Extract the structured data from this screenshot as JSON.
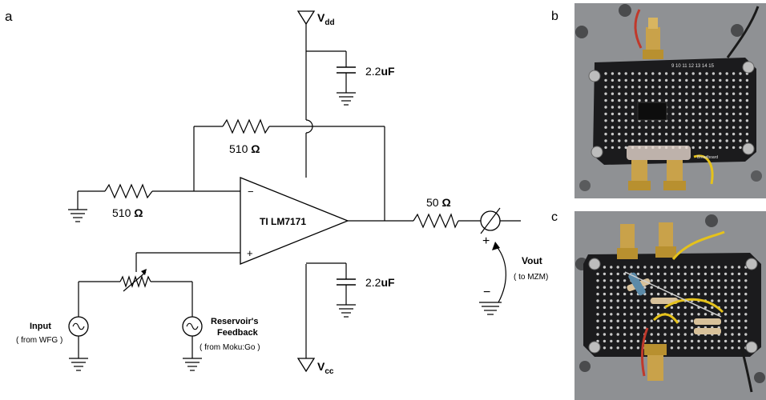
{
  "panel_labels": {
    "a": "a",
    "b": "b",
    "c": "c"
  },
  "supply": {
    "vdd_main": "V",
    "vdd_sub": "dd",
    "vcc_main": "V",
    "vcc_sub": "cc"
  },
  "capacitors": {
    "top": {
      "number": "2.2",
      "unit": "uF"
    },
    "bottom": {
      "number": "2.2",
      "unit": "uF"
    }
  },
  "resistors": {
    "feedback": {
      "number": "510 ",
      "unit": "Ω"
    },
    "ground": {
      "number": "510 ",
      "unit": "Ω"
    },
    "output": {
      "number": "50 ",
      "unit": "Ω"
    }
  },
  "opamp": {
    "label": "TI LM7171",
    "minus": "−",
    "plus": "+"
  },
  "input_source": {
    "title": "Input",
    "subtitle": "( from WFG )"
  },
  "feedback_source": {
    "title_line1": "Reservoir's",
    "title_line2": "Feedback",
    "subtitle": "( from Moku:Go )"
  },
  "output": {
    "title": "Vout",
    "subtitle": "( to MZM)",
    "plus": "+",
    "minus": "−"
  },
  "photos": {
    "b_colors": {
      "board": "#1b1b1d",
      "background": "#8f9194",
      "holes": "#c9c9c9"
    },
    "c_colors": {
      "board": "#1b1b1d",
      "background": "#8e9093",
      "holes": "#c9c9c9"
    },
    "b_text": {
      "numbers": "9 10 11 12 13 14 15",
      "brand": "Breadboard"
    }
  }
}
